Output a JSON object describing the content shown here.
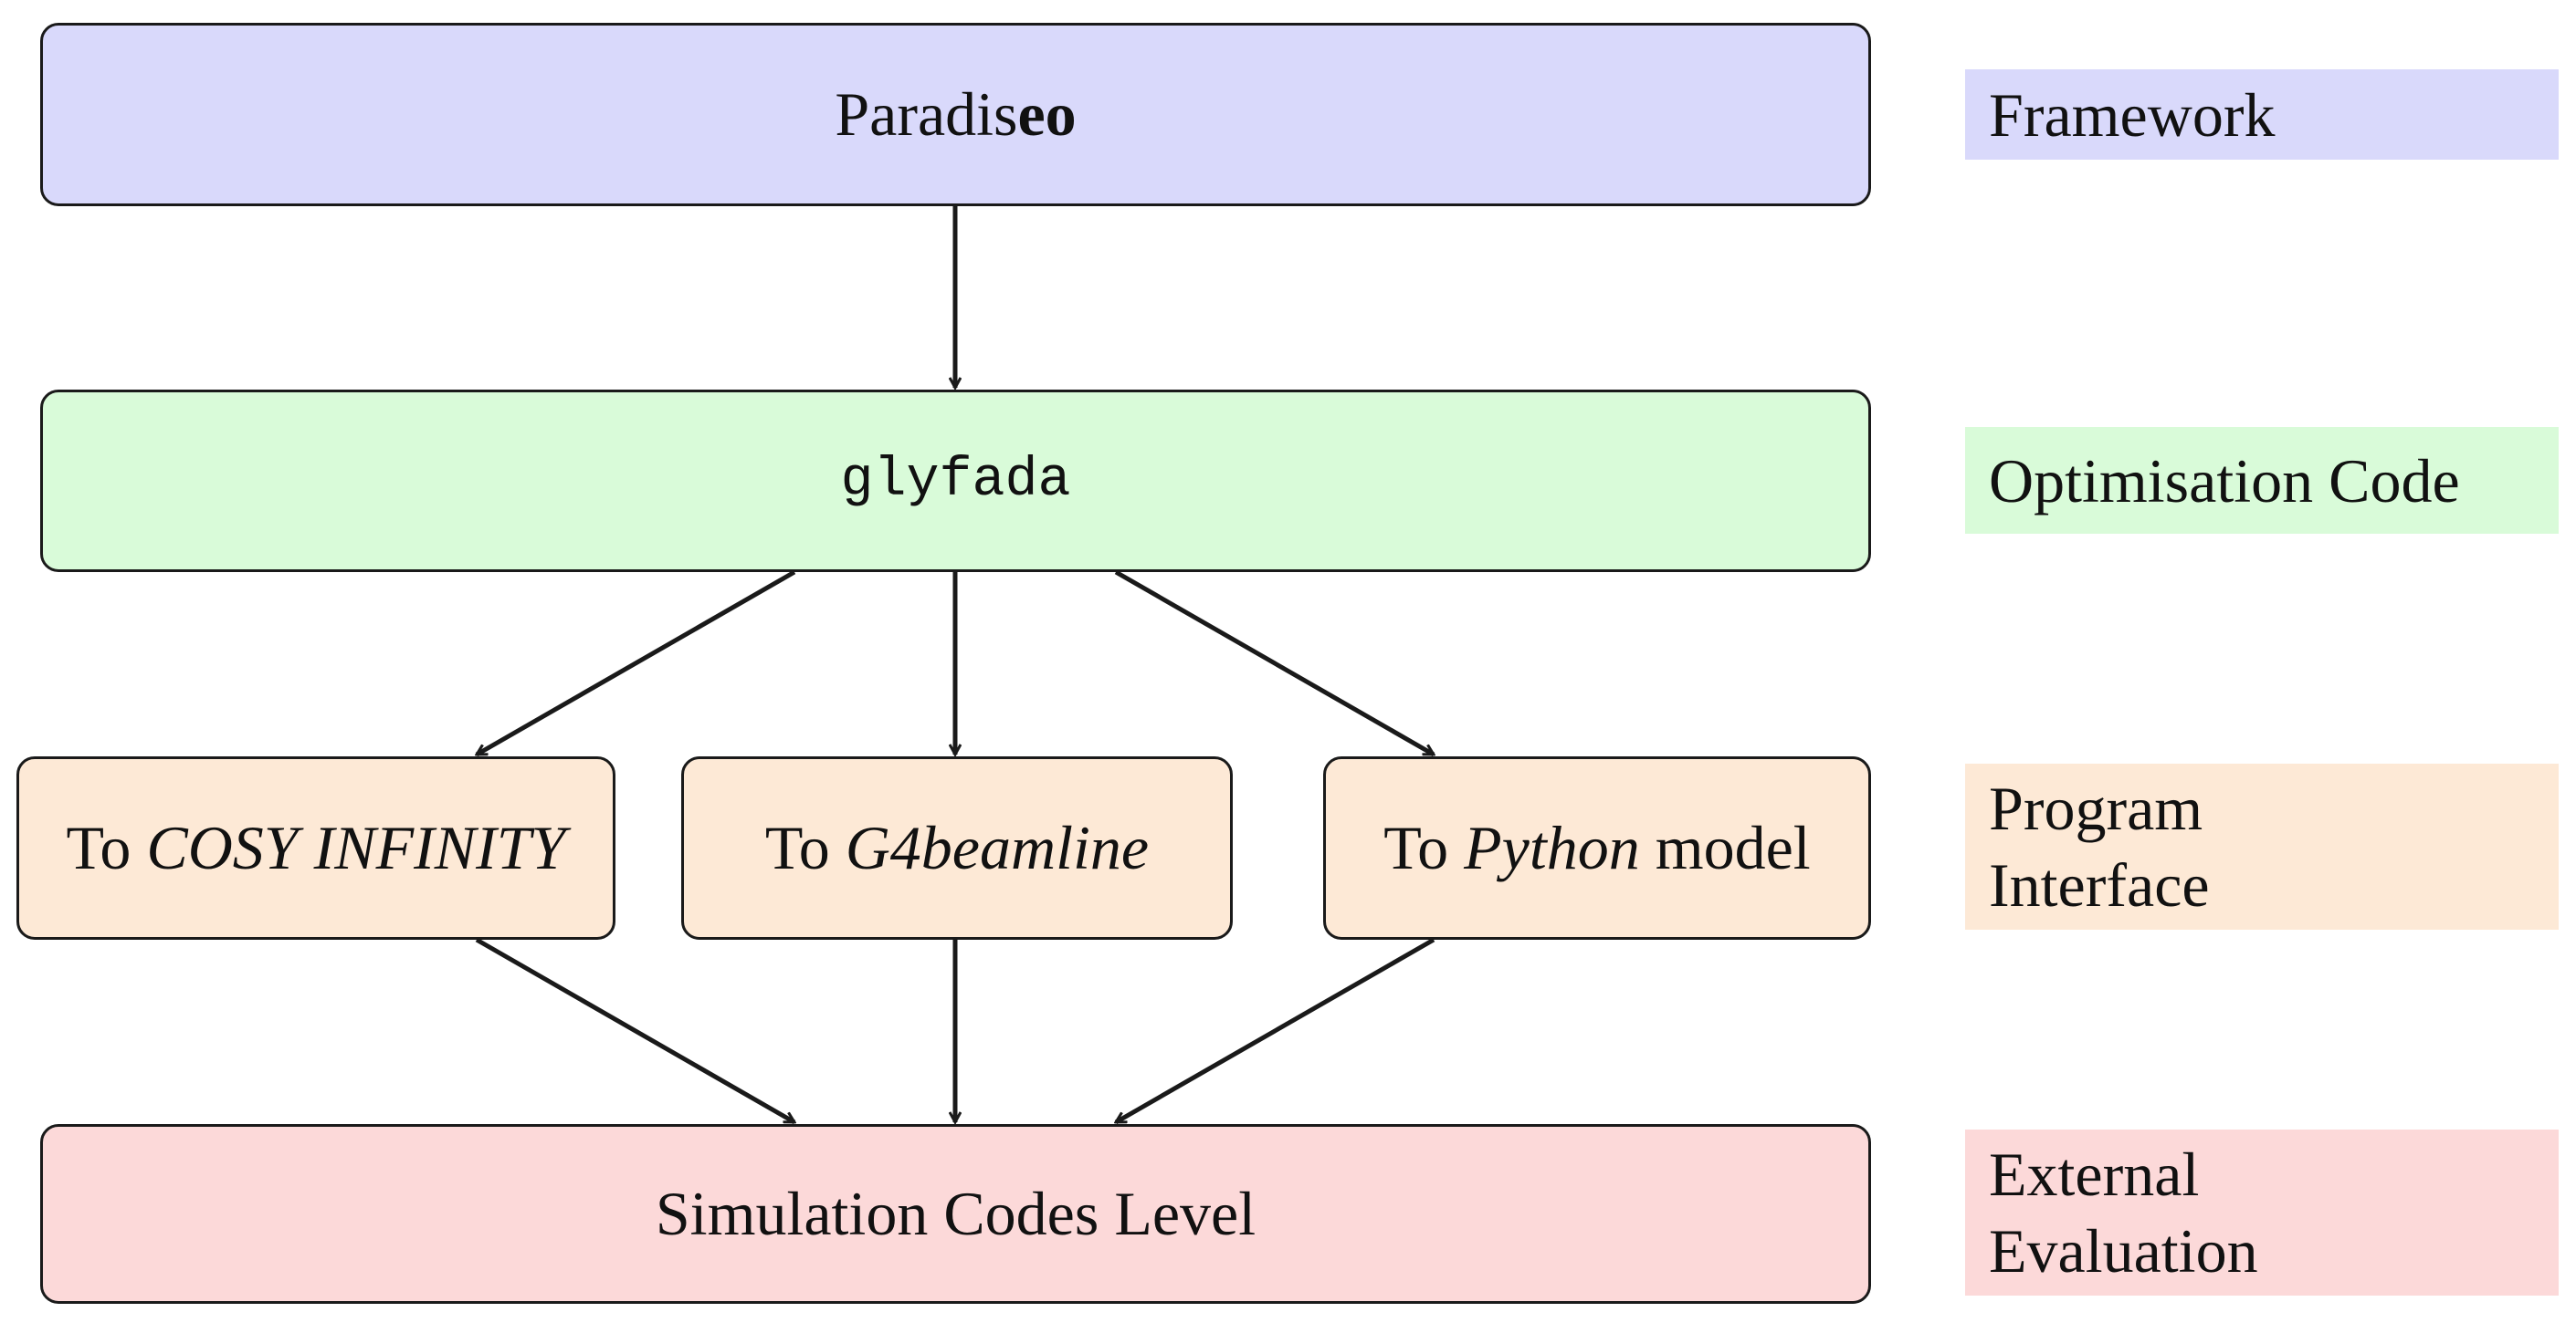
{
  "boxes": {
    "framework": {
      "prefix": "Paradis",
      "bold_suffix": "eo"
    },
    "optimisation": {
      "label": "glyfada"
    },
    "interface_cosy": {
      "prefix": "To ",
      "italic": "COSY INFINITY",
      "suffix": ""
    },
    "interface_g4": {
      "prefix": "To ",
      "italic": "G4beamline",
      "suffix": ""
    },
    "interface_python": {
      "prefix": "To ",
      "italic": "Python",
      "suffix": " model"
    },
    "simulation": {
      "label": "Simulation Codes Level"
    }
  },
  "levels": {
    "framework": {
      "line1": "Framework",
      "line2": ""
    },
    "optimisation": {
      "line1": "Optimisation Code",
      "line2": ""
    },
    "interface": {
      "line1": "Program",
      "line2": "Interface"
    },
    "external": {
      "line1": "External",
      "line2": "Evaluation"
    }
  },
  "colors": {
    "framework": "#d9d9fb",
    "optimisation": "#d9fbd9",
    "interface": "#fde9d6",
    "external": "#fcd9d9"
  }
}
